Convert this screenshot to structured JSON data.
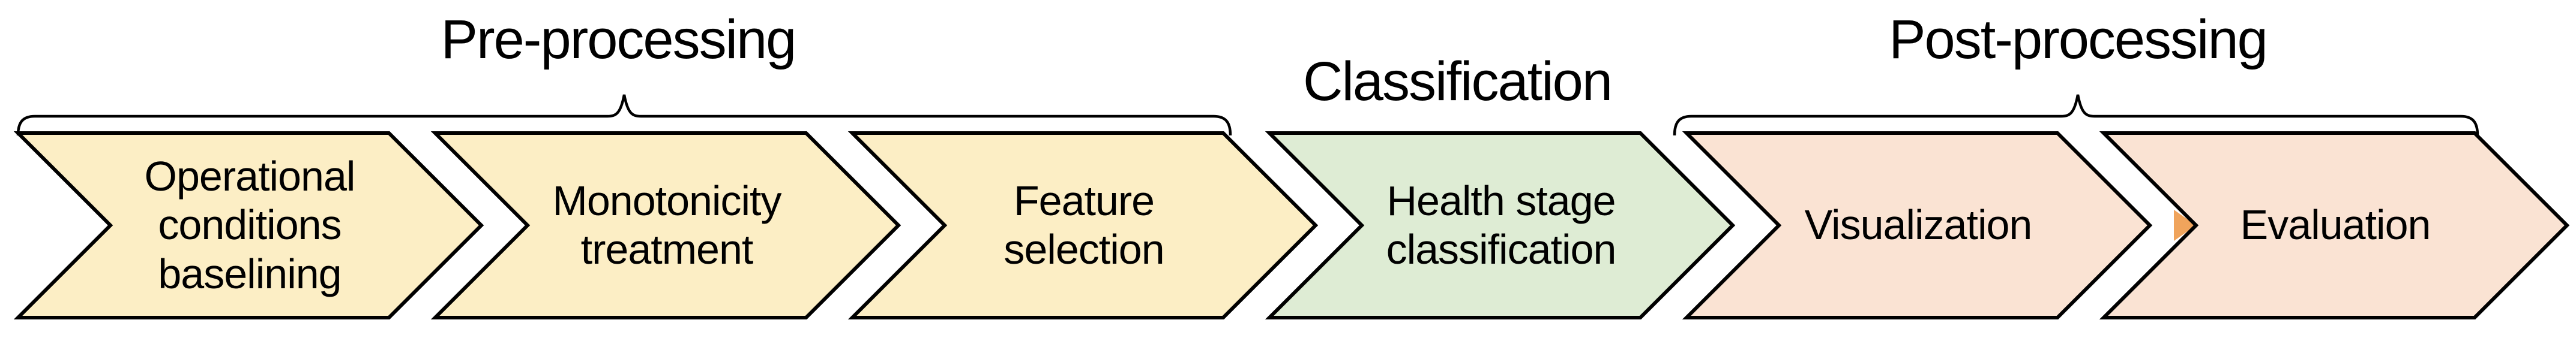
{
  "figure": {
    "background": "#ffffff",
    "outline_color": "#000000",
    "text_color": "#000000",
    "brace_color": "#000000",
    "group_titles": [
      {
        "label": "Pre-processing"
      },
      {
        "label": "Classification"
      },
      {
        "label": "Post-processing"
      }
    ],
    "stages": [
      {
        "label": "Operational\nconditions\nbaselining",
        "fill": "#FCEEC5"
      },
      {
        "label": "Monotonicity\ntreatment",
        "fill": "#FCEEC5"
      },
      {
        "label": "Feature\nselection",
        "fill": "#FCEEC5"
      },
      {
        "label": "Health stage\nclassification",
        "fill": "#DEECD4"
      },
      {
        "label": "Visualization",
        "fill": "#FAE3D3"
      },
      {
        "label": "Evaluation",
        "fill": "#FAE3D3"
      }
    ],
    "hidden_arrow_tip": {
      "fill": "#F0A45C"
    }
  }
}
